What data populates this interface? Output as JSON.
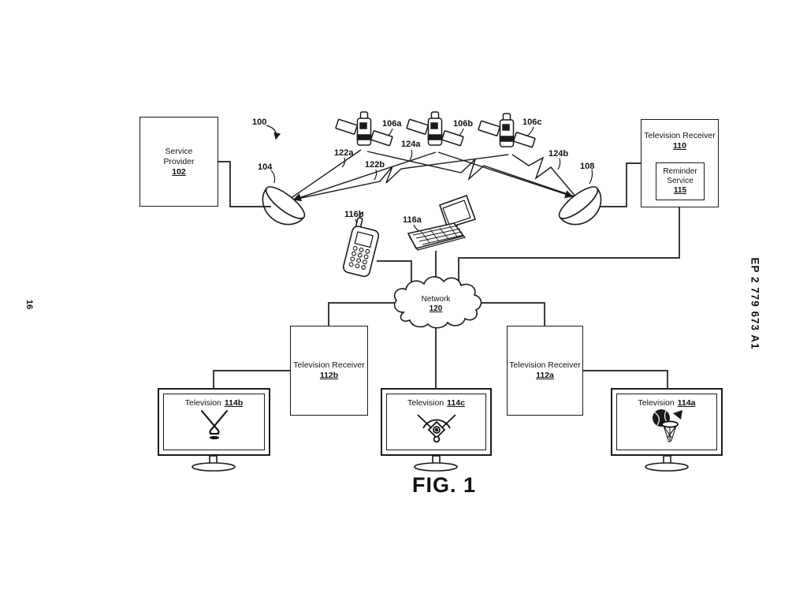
{
  "page": {
    "side_text": "EP 2 779 673 A1",
    "page_number": "16",
    "figure_caption": "FIG. 1"
  },
  "boxes": {
    "service_provider": {
      "line1": "Service",
      "line2": "Provider",
      "ref": "102"
    },
    "television_receiver_110": {
      "label": "Television Receiver",
      "ref": "110"
    },
    "reminder_service": {
      "line1": "Reminder",
      "line2": "Service",
      "ref": "115"
    },
    "television_receiver_112b": {
      "label": "Television Receiver",
      "ref": "112b"
    },
    "television_receiver_112a": {
      "label": "Television Receiver",
      "ref": "112a"
    }
  },
  "network": {
    "label": "Network",
    "ref": "120"
  },
  "televisions": {
    "tv_114b": {
      "label": "Television",
      "ref": "114b",
      "icon": "hockey-sticks"
    },
    "tv_114c": {
      "label": "Television",
      "ref": "114c",
      "icon": "baseball-field"
    },
    "tv_114a": {
      "label": "Television",
      "ref": "114a",
      "icon": "basketball-hoop"
    }
  },
  "callouts": {
    "system": "100",
    "uplink_dish": "104",
    "satellite_a": "106a",
    "satellite_b": "106b",
    "satellite_c": "106c",
    "receiving_dish": "108",
    "laptop": "116a",
    "mobile_phone": "116b",
    "signal_122a": "122a",
    "signal_122b": "122b",
    "signal_124a": "124a",
    "signal_124b": "124b"
  },
  "colors": {
    "ink": "#1a1a1a",
    "paper": "#ffffff"
  }
}
